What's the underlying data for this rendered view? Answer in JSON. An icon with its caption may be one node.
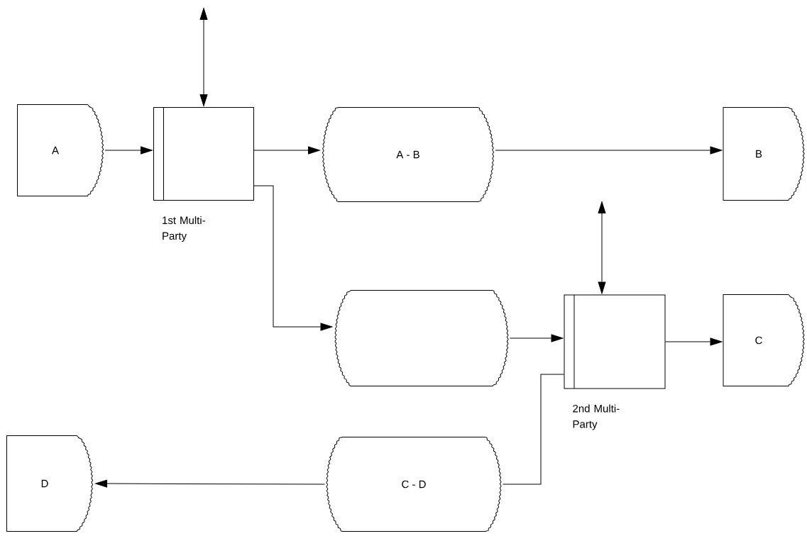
{
  "diagram": {
    "nodes": [
      {
        "text": [
          "A"
        ]
      },
      {
        "text": [
          "1st Multi-Party"
        ]
      },
      {
        "text": [
          "A - B"
        ]
      },
      {
        "text": [
          "B"
        ]
      },
      {
        "text": [],
        "shape": "box"
      },
      {
        "text": [
          "2nd Multi-Party"
        ]
      },
      {
        "text": [
          "C"
        ]
      },
      {
        "text": [
          "C - D"
        ]
      },
      {
        "text": [
          "D"
        ]
      }
    ],
    "edges": [
      {
        "from": null,
        "to": 1,
        "arrow": "both"
      },
      {
        "from": 0,
        "to": 1,
        "arrow": "to"
      },
      {
        "from": 1,
        "to": 2,
        "arrow": "to"
      },
      {
        "from": 2,
        "to": 3,
        "arrow": "to"
      },
      {
        "from": 1,
        "to": 4,
        "arrow": "to"
      },
      {
        "from": 4,
        "to": 5,
        "arrow": "to"
      },
      {
        "from": null,
        "to": 5,
        "arrow": "both"
      },
      {
        "from": 5,
        "to": 6,
        "arrow": "to"
      },
      {
        "from": 5,
        "to": 7,
        "arrow": "none"
      },
      {
        "from": 7,
        "to": 8,
        "arrow": "to"
      }
    ]
  }
}
